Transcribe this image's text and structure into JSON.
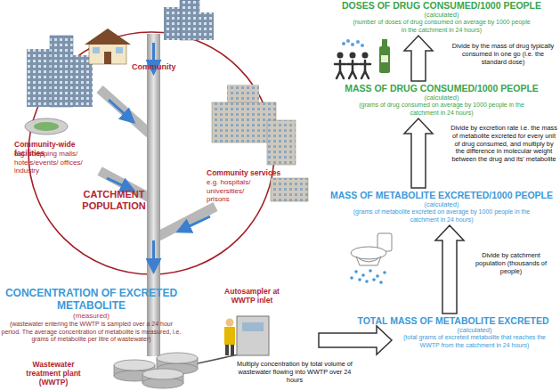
{
  "diagram": {
    "nodes": [
      {
        "text": [
          "DOSES OF DRUG CONSUMED/1000 PEOPLE",
          "(calculated)",
          "(number of doses of drug consumed on average by 1000 people in the catchment in 24 hours)"
        ]
      },
      {
        "text": [
          "MASS OF DRUG CONSUMED/1000 PEOPLE",
          "(calculated)",
          "(grams of drug consumed on average by 1000 people in the catchment in 24 hours)"
        ]
      },
      {
        "text": [
          "MASS OF METABOLITE EXCRETED/1000 PEOPLE",
          "(calculated)",
          "(grams of metabolite excreted on average by 1000 people in the catchment in 24 hours)"
        ]
      },
      {
        "text": [
          "CONCENTRATION OF EXCRETED METABOLITE",
          "(measured)",
          "(wastewater entering the WWTP is sampled over a 24 hour period. The average concentration of metabolite is measured, i.e. grams of metabolite per litre of wastewater)"
        ]
      },
      {
        "text": [
          "TOTAL MASS OF METABOLITE EXCRETED",
          "(calculated)",
          "(total grams of excreted metabolite that reaches the WWTP from the catchment in 24 hours)"
        ]
      }
    ],
    "edges": [
      {
        "from": 3,
        "to": 4,
        "arrow": "to",
        "label": "Multiply concentration by total volume of wastewater flowing into WWTP over 24 hours"
      },
      {
        "from": 4,
        "to": 2,
        "arrow": "to",
        "label": "Divide by catchment population (thousands of people)"
      },
      {
        "from": 2,
        "to": 1,
        "arrow": "to",
        "label": "Divide by excretion rate i.e. the mass of metabolite excreted for every unit of drug consumed, and multiply by the difference in molecular weight between the drug and its' metabolite"
      },
      {
        "from": 1,
        "to": 0,
        "arrow": "to",
        "label": "Divide by the mass of drug typically consumed in one go (i.e. the standard dose)"
      }
    ],
    "labels": [
      "Community",
      "Community-wide facilities",
      "e.g. shopping malls/ hotels/events/ offices/ industry",
      "CATCHMENT POPULATION",
      "Community services",
      "e.g. hospitals/ universities/ prisons",
      "Autosampler at WWTP inlet",
      "Wastewater treatment plant (WWTP)"
    ]
  }
}
